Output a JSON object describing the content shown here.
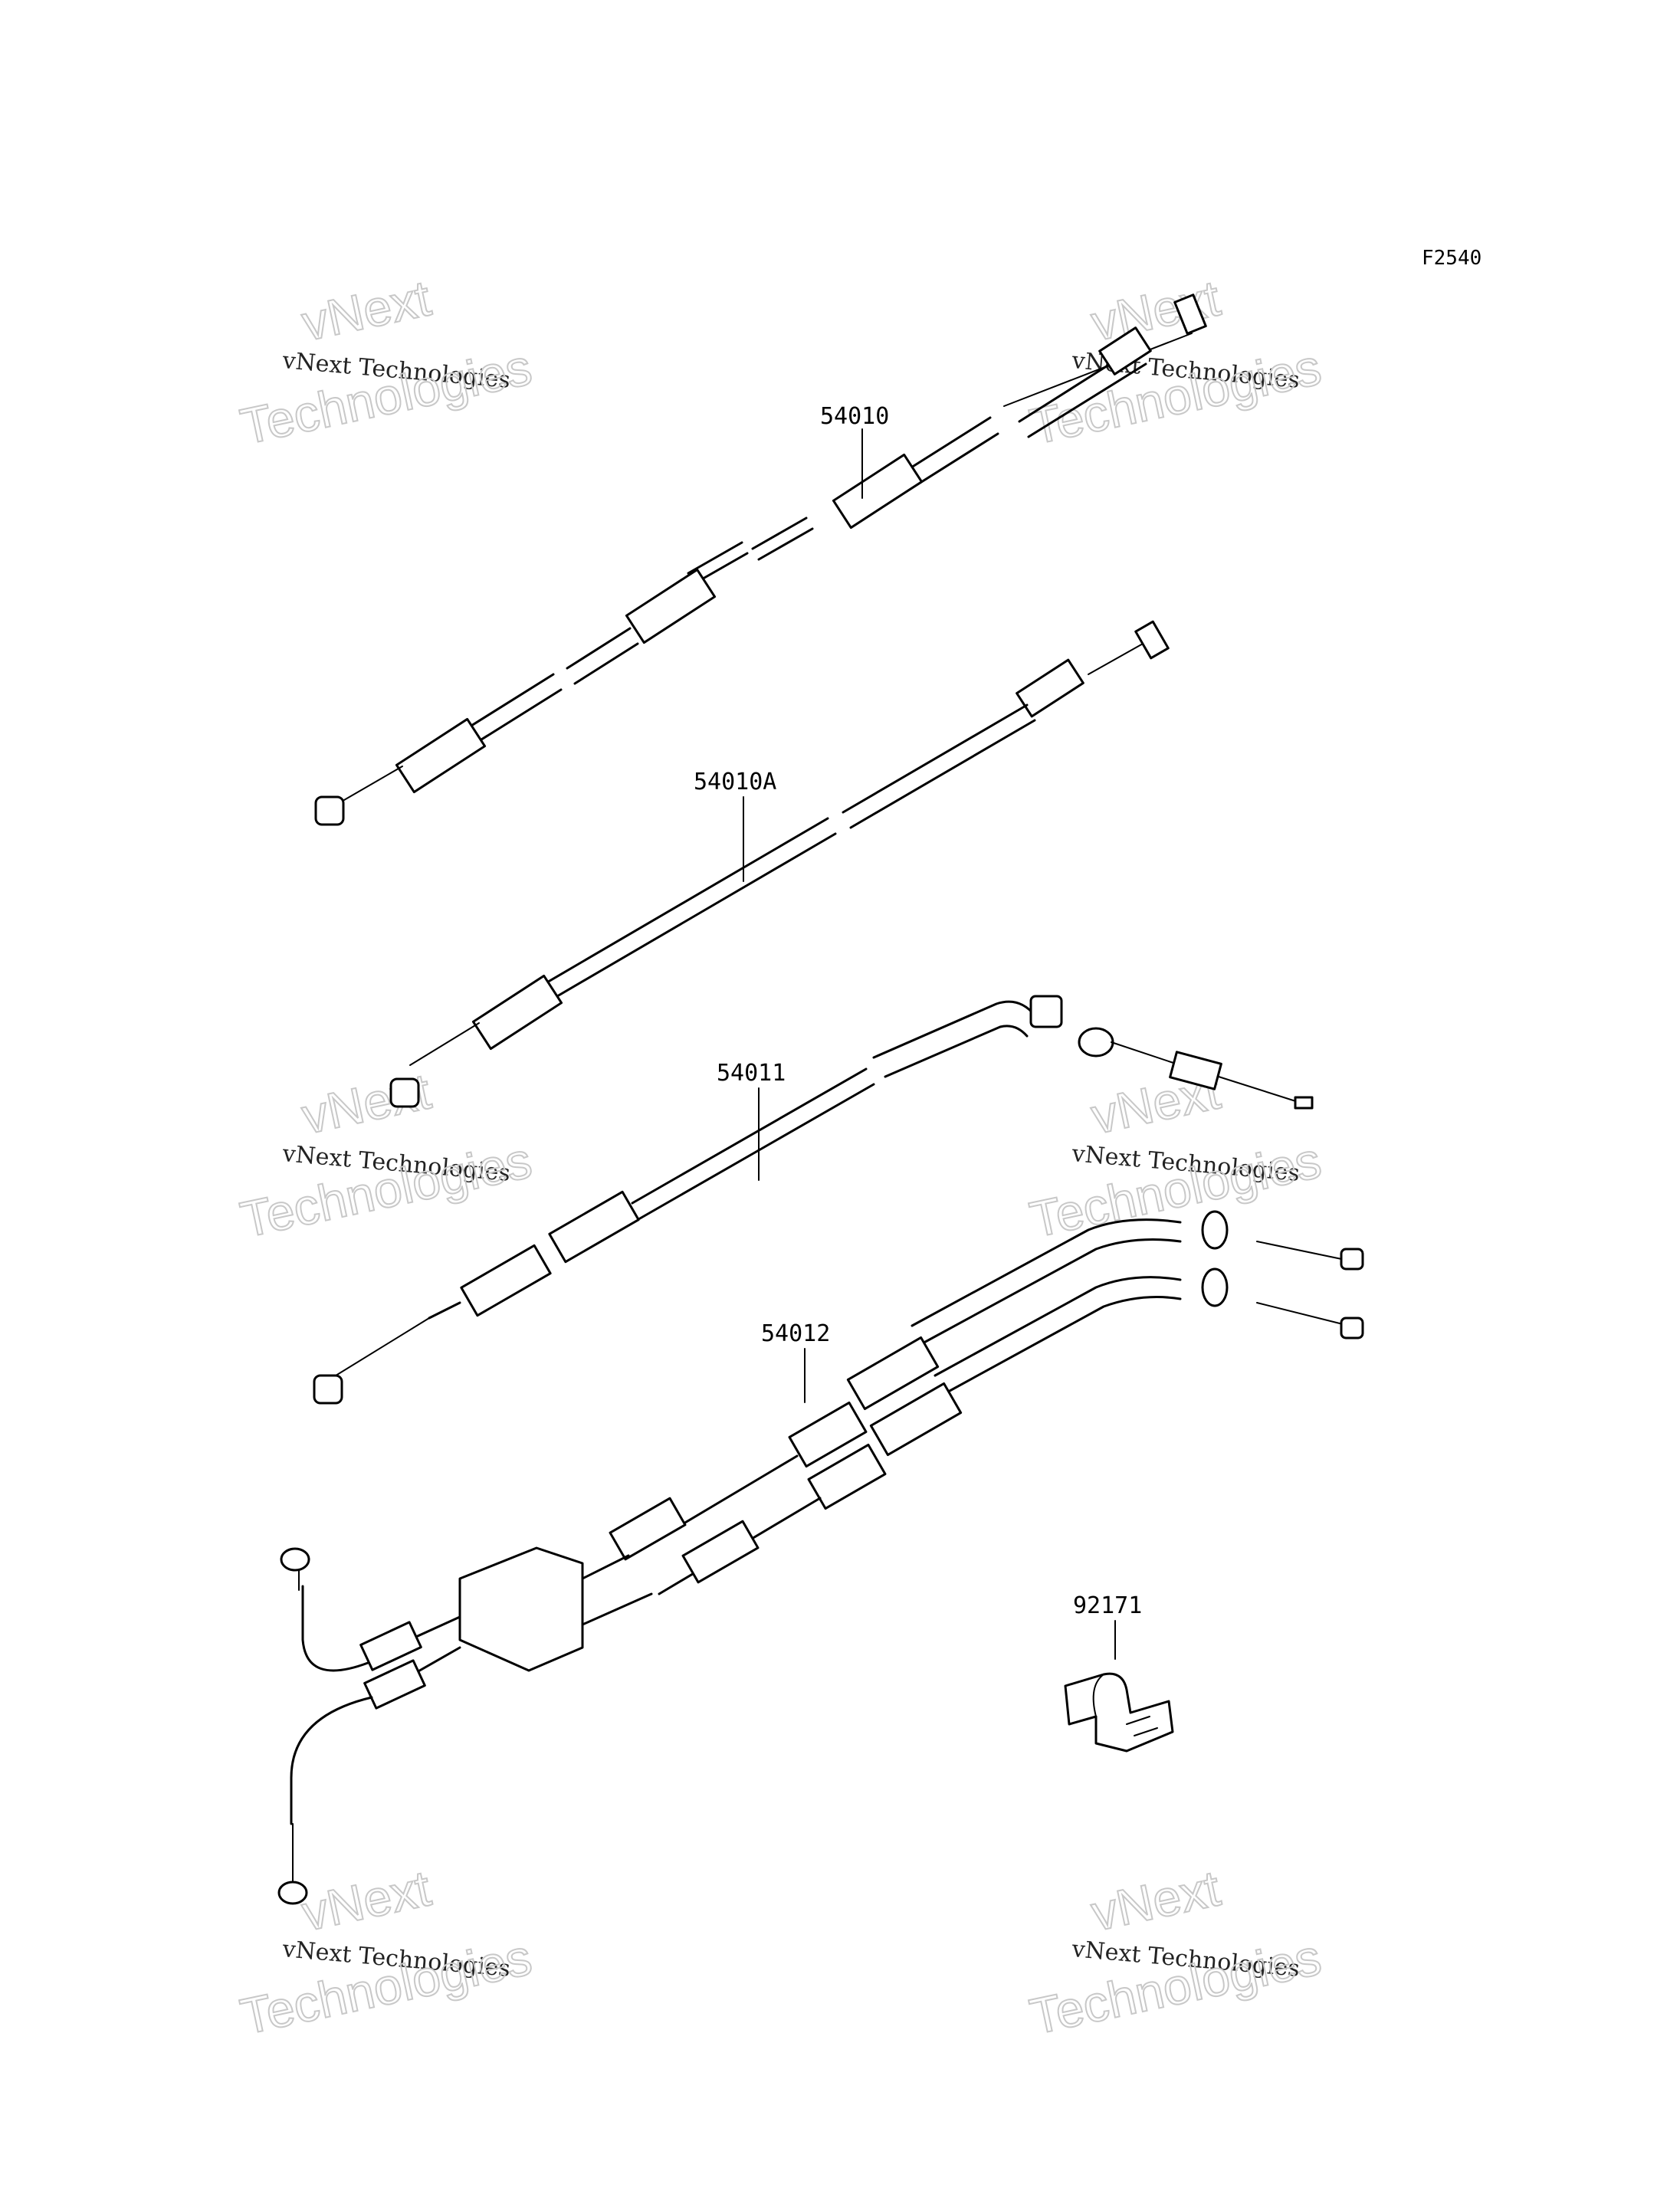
{
  "diagram_code": "F2540",
  "watermark": {
    "line1": "vNext Technologies",
    "line2": "Technologies",
    "ghost": "vNext"
  },
  "parts": [
    {
      "id": "cable-1",
      "number": "54010"
    },
    {
      "id": "cable-2",
      "number": "54010A"
    },
    {
      "id": "cable-3",
      "number": "54011"
    },
    {
      "id": "cable-4",
      "number": "54012"
    },
    {
      "id": "clamp",
      "number": "92171"
    }
  ]
}
